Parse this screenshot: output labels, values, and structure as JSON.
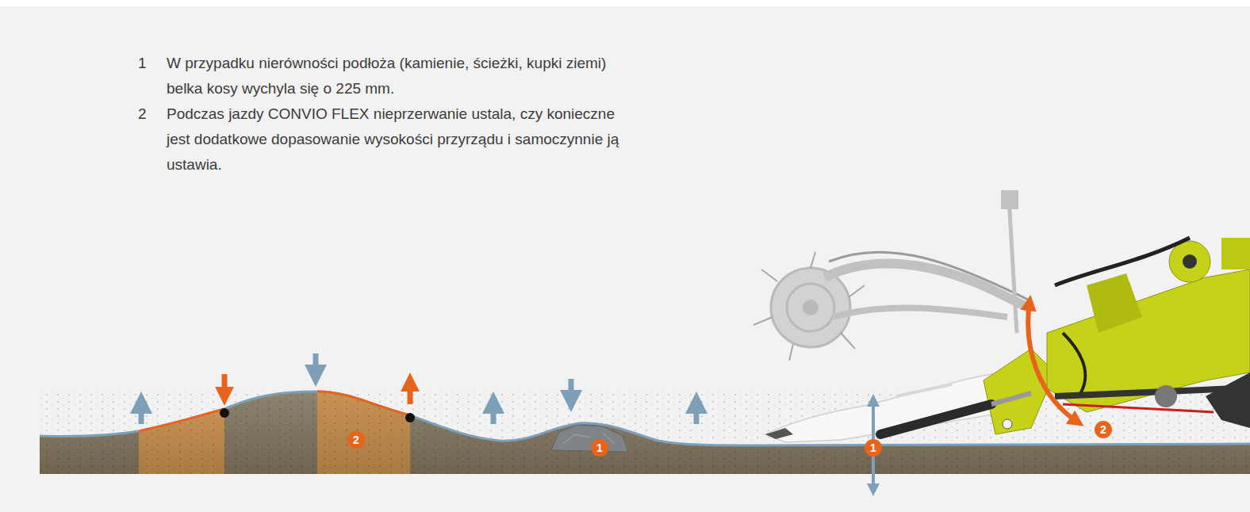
{
  "diagram": {
    "labels": [
      "1",
      "W przypadku nierówności podłoża (kamienie, ścieżki, kupki ziemi) belka kosy wychyla się o 225 mm.",
      "2",
      "Podczas jazdy CONVIO FLEX nieprzerwanie ustala, czy konieczne jest dodatkowe dopasowanie wysokości przyrządu i samoczynnie ją ustawia.",
      "2",
      "1",
      "1",
      "2"
    ]
  }
}
